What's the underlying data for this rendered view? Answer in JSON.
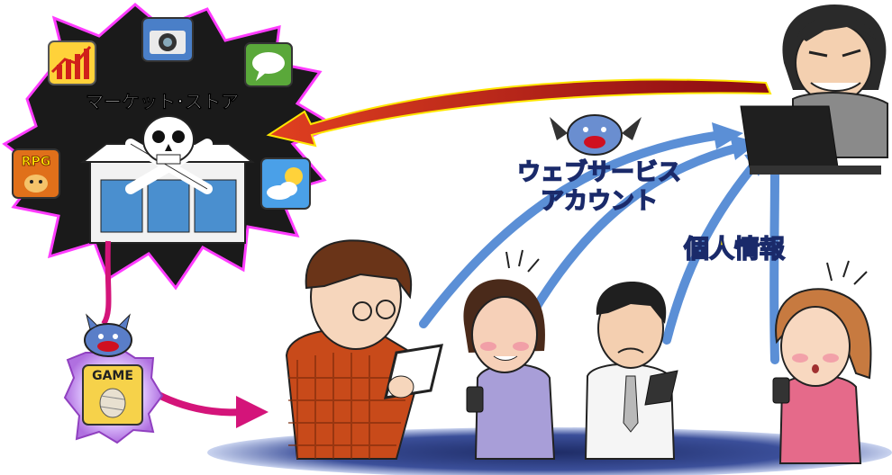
{
  "store": {
    "label": "マーケット･ストア",
    "app_icons": [
      {
        "name": "chart-app-icon"
      },
      {
        "name": "camera-app-icon"
      },
      {
        "name": "chat-app-icon"
      },
      {
        "name": "rpg-app-icon",
        "label": "RPG"
      },
      {
        "name": "weather-app-icon"
      }
    ]
  },
  "malware_app": {
    "label": "GAME"
  },
  "stolen_data": {
    "web_accounts_line1": "ウェブサービス",
    "web_accounts_line2": "アカウント",
    "personal_info": "個人情報"
  },
  "colors": {
    "burst": "#1a1a1a",
    "burst_glow": "#ff3cff",
    "label_yellow": "#ffe600",
    "label_outline": "#1a2a6a",
    "theft_arrow": "#5b8fd6",
    "pink_arrow": "#d4147a",
    "red_arrow": "#b8101a",
    "ground": "#3b4f9a"
  }
}
